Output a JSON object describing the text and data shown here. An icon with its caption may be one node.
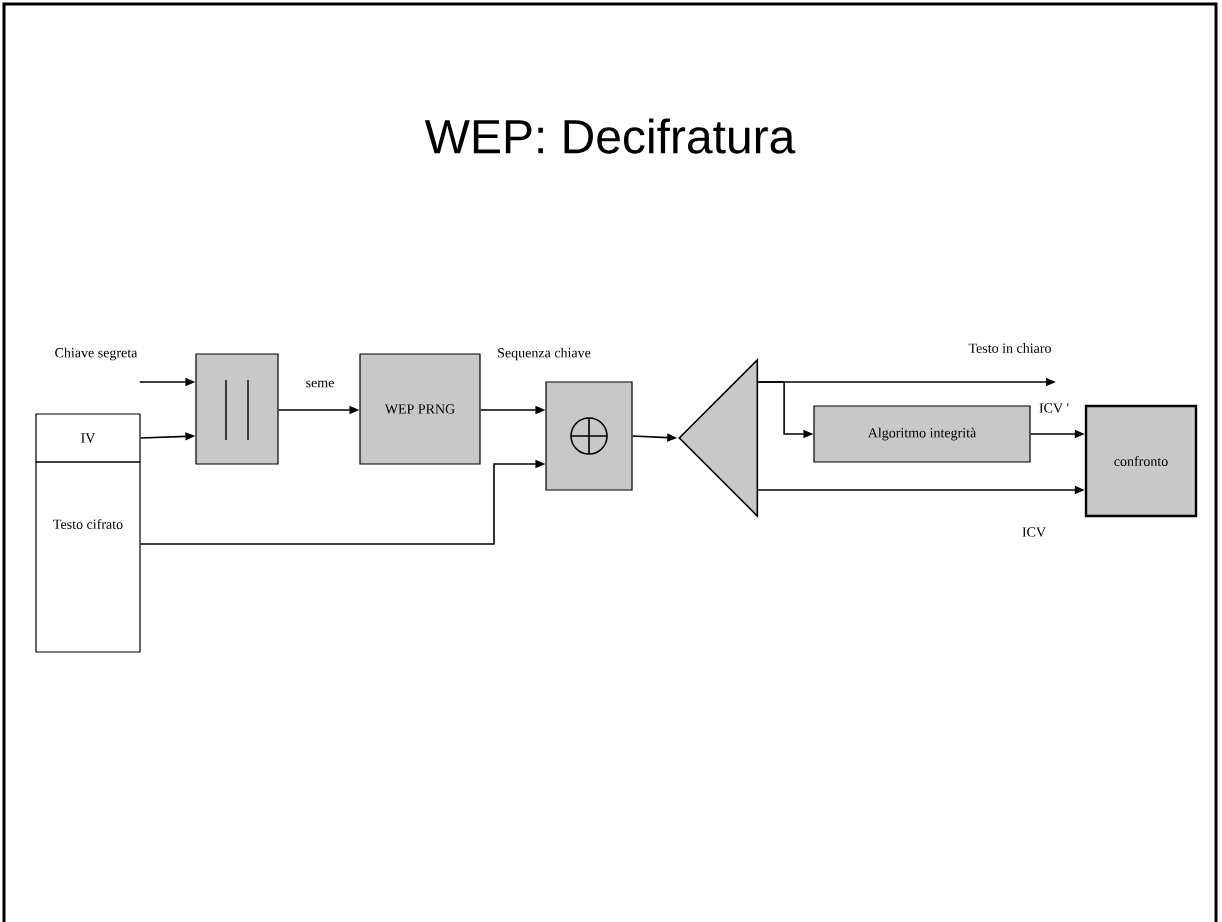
{
  "diagram": {
    "title": "WEP: Decifratura",
    "nodes": [
      {
        "text": [
          "Chiave segreta"
        ]
      },
      {
        "text": [
          "IV"
        ]
      },
      {
        "text": [
          "Testo cifrato"
        ]
      },
      {
        "text": [],
        "shape": "box"
      },
      {
        "text": [
          "WEP PRNG"
        ]
      },
      {
        "text": [],
        "shape": "box"
      },
      {
        "text": [],
        "shape": "triangle"
      },
      {
        "text": [
          "Algoritmo integrità"
        ]
      },
      {
        "text": [
          "confronto"
        ]
      }
    ],
    "edges": [
      {
        "from": 0,
        "to": 3,
        "arrow": "to"
      },
      {
        "from": 1,
        "to": 3,
        "arrow": "to"
      },
      {
        "from": 3,
        "to": 4,
        "arrow": "to",
        "label": "seme"
      },
      {
        "from": 4,
        "to": 5,
        "arrow": "to",
        "label": "Sequenza chiave"
      },
      {
        "from": 2,
        "to": 5,
        "arrow": "to"
      },
      {
        "from": 5,
        "to": 6,
        "arrow": "to"
      },
      {
        "from": 6,
        "to": null,
        "arrow": "to",
        "label": "Testo in chiaro"
      },
      {
        "from": 6,
        "to": 7,
        "arrow": "to"
      },
      {
        "from": 7,
        "to": 8,
        "arrow": "to",
        "label": "ICV '"
      },
      {
        "from": 6,
        "to": 8,
        "arrow": "to",
        "label": "ICV"
      }
    ]
  }
}
